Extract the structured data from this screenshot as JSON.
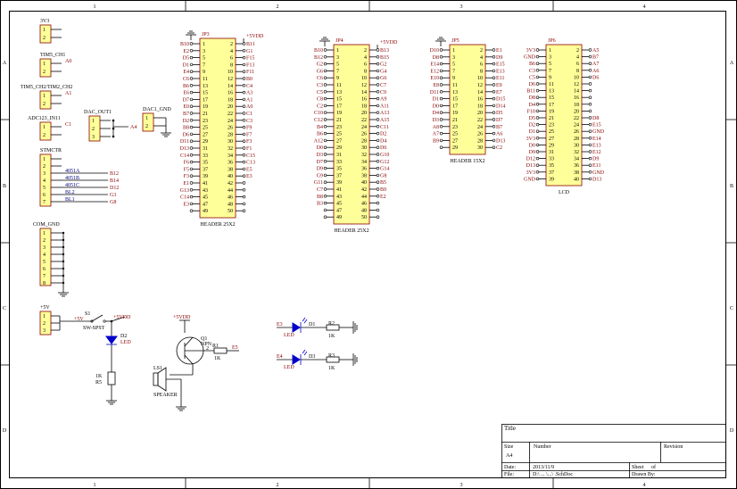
{
  "border": {
    "cols": [
      "1",
      "2",
      "3",
      "4"
    ],
    "rows": [
      "A",
      "B",
      "C",
      "D"
    ]
  },
  "title_block": {
    "title_label": "Title",
    "size_label": "Size",
    "size_value": "A4",
    "number_label": "Number",
    "revision_label": "Revision",
    "date_label": "Date:",
    "date_value": "2013/11/9",
    "file_label": "File:",
    "file_value": "D:\\ ... \\...\\ .SchDoc",
    "sheet_label": "Sheet",
    "sheet_of": "of",
    "drawn_label": "Drawn By:"
  },
  "small_connectors": [
    {
      "name": "3V3",
      "pins": [
        "1",
        "2"
      ],
      "nets": []
    },
    {
      "name": "TIM5_CH1",
      "pins": [
        "1",
        "2"
      ],
      "nets": [
        "A0"
      ]
    },
    {
      "name": "TIM5_CH2/TIM2_CH2",
      "pins": [
        "1",
        "2"
      ],
      "nets": [
        "A1"
      ]
    },
    {
      "name": "ADC123_IN11",
      "pins": [
        "1",
        "2"
      ],
      "nets": [
        "C1"
      ]
    }
  ],
  "dac_out1": {
    "name": "DAC_OUT1",
    "pins": [
      "1",
      "2",
      "3"
    ],
    "net": "A4"
  },
  "dac1_gnd": {
    "name": "DAC1_GND",
    "pins": [
      "1",
      "2"
    ]
  },
  "stmctr": {
    "name": "STMCTR",
    "pins": [
      "1",
      "2",
      "3",
      "4",
      "5",
      "6",
      "7"
    ],
    "wire_labels": [
      "4051A",
      "4051B",
      "4051C",
      "BL2",
      "BL1"
    ],
    "nets": [
      "B12",
      "B14",
      "D12",
      "G3",
      "G8"
    ]
  },
  "com_gnd": {
    "name": "COM_GND",
    "pins": [
      "1",
      "2",
      "3",
      "4",
      "5",
      "6",
      "7",
      "8"
    ]
  },
  "power": {
    "connector": "+5V",
    "pins": [
      "1",
      "2",
      "3"
    ],
    "switch_ref": "S1",
    "switch_name": "SW-SPST",
    "net_5v": "+5V",
    "net_5vdd": "+5VDD",
    "led_ref": "D2",
    "led_name": "LED",
    "res_value": "1K",
    "res_ref": "R5"
  },
  "buzzer": {
    "supply": "+5VDD",
    "q_ref": "Q1",
    "q_type": "NPN",
    "r_ref": "R1",
    "r_value": "1K",
    "net": "E5",
    "pin2": "2",
    "ls_ref": "LS1",
    "ls_name": "SPEAKER"
  },
  "led_rows": [
    {
      "net": "E3",
      "led": "LED",
      "d": "D1",
      "r": "R2",
      "rv": "1K"
    },
    {
      "net": "E4",
      "led": "LED",
      "d": "D3",
      "r": "R3",
      "rv": "1K"
    }
  ],
  "jp3": {
    "ref": "JP3",
    "name": "HEADER 25X2",
    "pins": 50,
    "right_top": "+5VDD",
    "left_nets": [
      "B10",
      "E2",
      "D5",
      "D1",
      "E4",
      "C6",
      "B6",
      "E6",
      "D7",
      "E0",
      "B7",
      "D2",
      "B8",
      "D6",
      "D11",
      "D13",
      "C14",
      "F6",
      "F5",
      "F3",
      "E1",
      "G13",
      "C14",
      "E3",
      "",
      ""
    ],
    "right_nets": [
      "B11",
      "G1",
      "F15",
      "F13",
      "F11",
      "B0",
      "C4",
      "A3",
      "A1",
      "A0",
      "C1",
      "C3",
      "F9",
      "F7",
      "F3",
      "F1",
      "C15",
      "C13",
      "E5",
      "E3",
      "",
      "",
      "",
      "",
      ""
    ]
  },
  "jp4": {
    "ref": "JP4",
    "name": "HEADER 25X2",
    "pins": 50,
    "right_top": "+5VDD",
    "left_nets": [
      "B10",
      "B12",
      "G2",
      "G6",
      "C6",
      "C3",
      "C5",
      "C8",
      "C2",
      "C10",
      "C12",
      "B4",
      "B6",
      "A12",
      "D0",
      "D3",
      "D7",
      "D9",
      "G9",
      "G11",
      "C7",
      "B8",
      "B3",
      "",
      ""
    ],
    "right_nets": [
      "B13",
      "B15",
      "G2",
      "G4",
      "G6",
      "C7",
      "C9",
      "A9",
      "A11",
      "A13",
      "A15",
      "C11",
      "D2",
      "D4",
      "D6",
      "G10",
      "G12",
      "G14",
      "G8",
      "B5",
      "B9",
      "E2",
      "",
      "",
      ""
    ]
  },
  "jp5": {
    "ref": "JP5",
    "name": "HEADER 15X2",
    "pins": 30,
    "right_nets": [
      "E1",
      "D9",
      "E15",
      "E13",
      "E11",
      "E9",
      "E7",
      "D15",
      "D14",
      "D5",
      "D7",
      "B7",
      "A6",
      "D13",
      "C2"
    ],
    "left_nets": [
      "D10",
      "D8",
      "E14",
      "E12",
      "E10",
      "E8",
      "D11",
      "D1",
      "D0",
      "D4",
      "D3",
      "A8",
      "A7",
      "B9",
      "",
      ""
    ]
  },
  "jp6": {
    "ref": "JP6",
    "name": "LCD",
    "pins": 40,
    "left_nets": [
      "3V3",
      "GND",
      "B6",
      "C3",
      "C5",
      "D6",
      "B11",
      "D8",
      "D4",
      "F10",
      "D5",
      "D2",
      "D1",
      "3V3",
      "D0",
      "D9",
      "D12",
      "D13",
      "3V3",
      "GND"
    ],
    "right_nets": [
      "A5",
      "B7",
      "A7",
      "A6",
      "D6",
      "",
      "",
      "",
      "",
      "",
      "D8",
      "E15",
      "GND",
      "E14",
      "E13",
      "E12",
      "D9",
      "E11",
      "GND",
      "D13",
      "D10"
    ]
  }
}
